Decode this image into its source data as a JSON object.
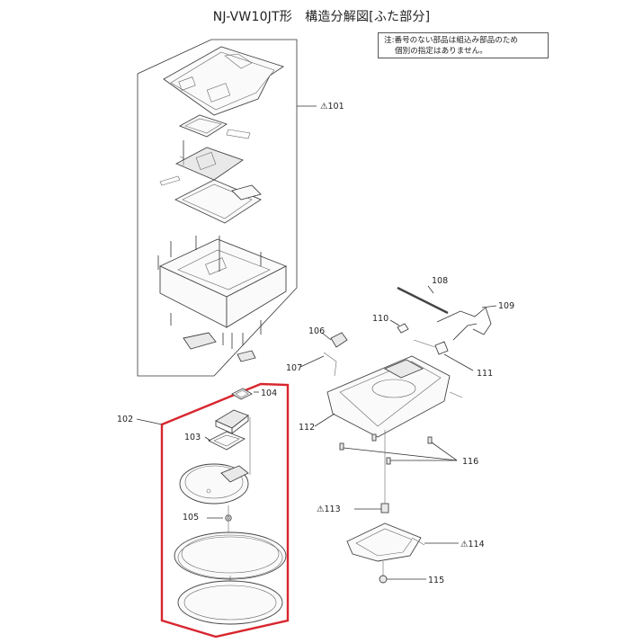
{
  "title": "NJ-VW10JT形　構造分解図[ふた部分]",
  "note": {
    "line1": "注:番号のない部品は組込み部品のため",
    "line2": "個別の指定はありません。"
  },
  "labels": {
    "p101": "⚠101",
    "p102": "102",
    "p103": "103",
    "p104": "104",
    "p105": "105",
    "p106": "106",
    "p107": "107",
    "p108": "108",
    "p109": "109",
    "p110": "110",
    "p111": "111",
    "p112": "112",
    "p113": "⚠113",
    "p114": "⚠114",
    "p115": "115",
    "p116": "116"
  },
  "colors": {
    "highlight": "#d8262e",
    "line": "#333333"
  }
}
